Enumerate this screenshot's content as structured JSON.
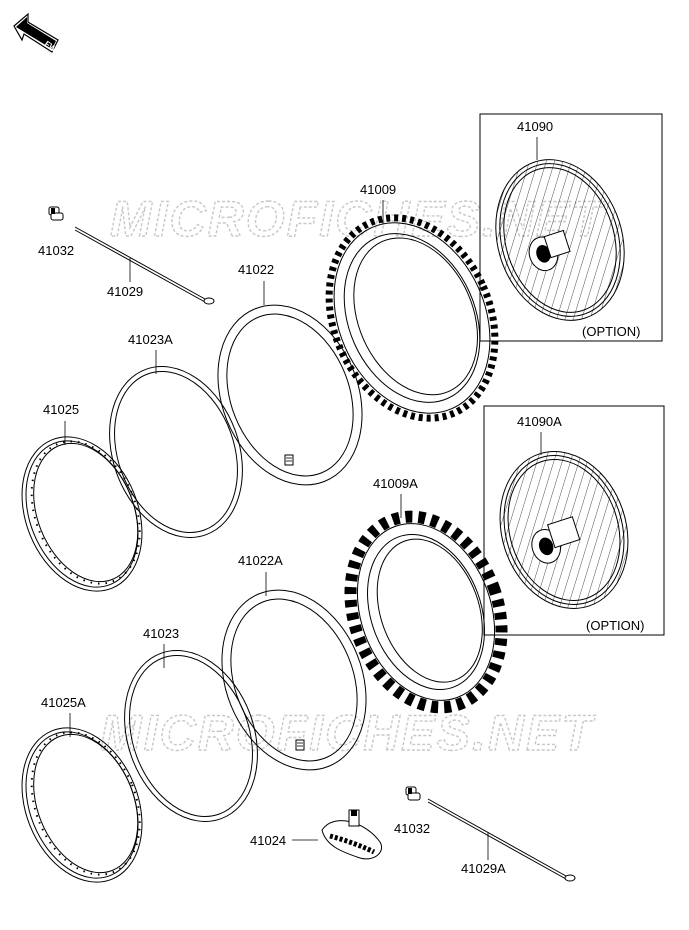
{
  "watermark": "MICROFICHES.NET",
  "fwd_label": "FWD",
  "option_label": "(OPTION)",
  "parts": {
    "p41032_top": "41032",
    "p41029": "41029",
    "p41022": "41022",
    "p41023A": "41023A",
    "p41025": "41025",
    "p41009": "41009",
    "p41090": "41090",
    "p41090A": "41090A",
    "p41009A": "41009A",
    "p41022A": "41022A",
    "p41023": "41023",
    "p41025A": "41025A",
    "p41024": "41024",
    "p41032_bot": "41032",
    "p41029A": "41029A"
  }
}
